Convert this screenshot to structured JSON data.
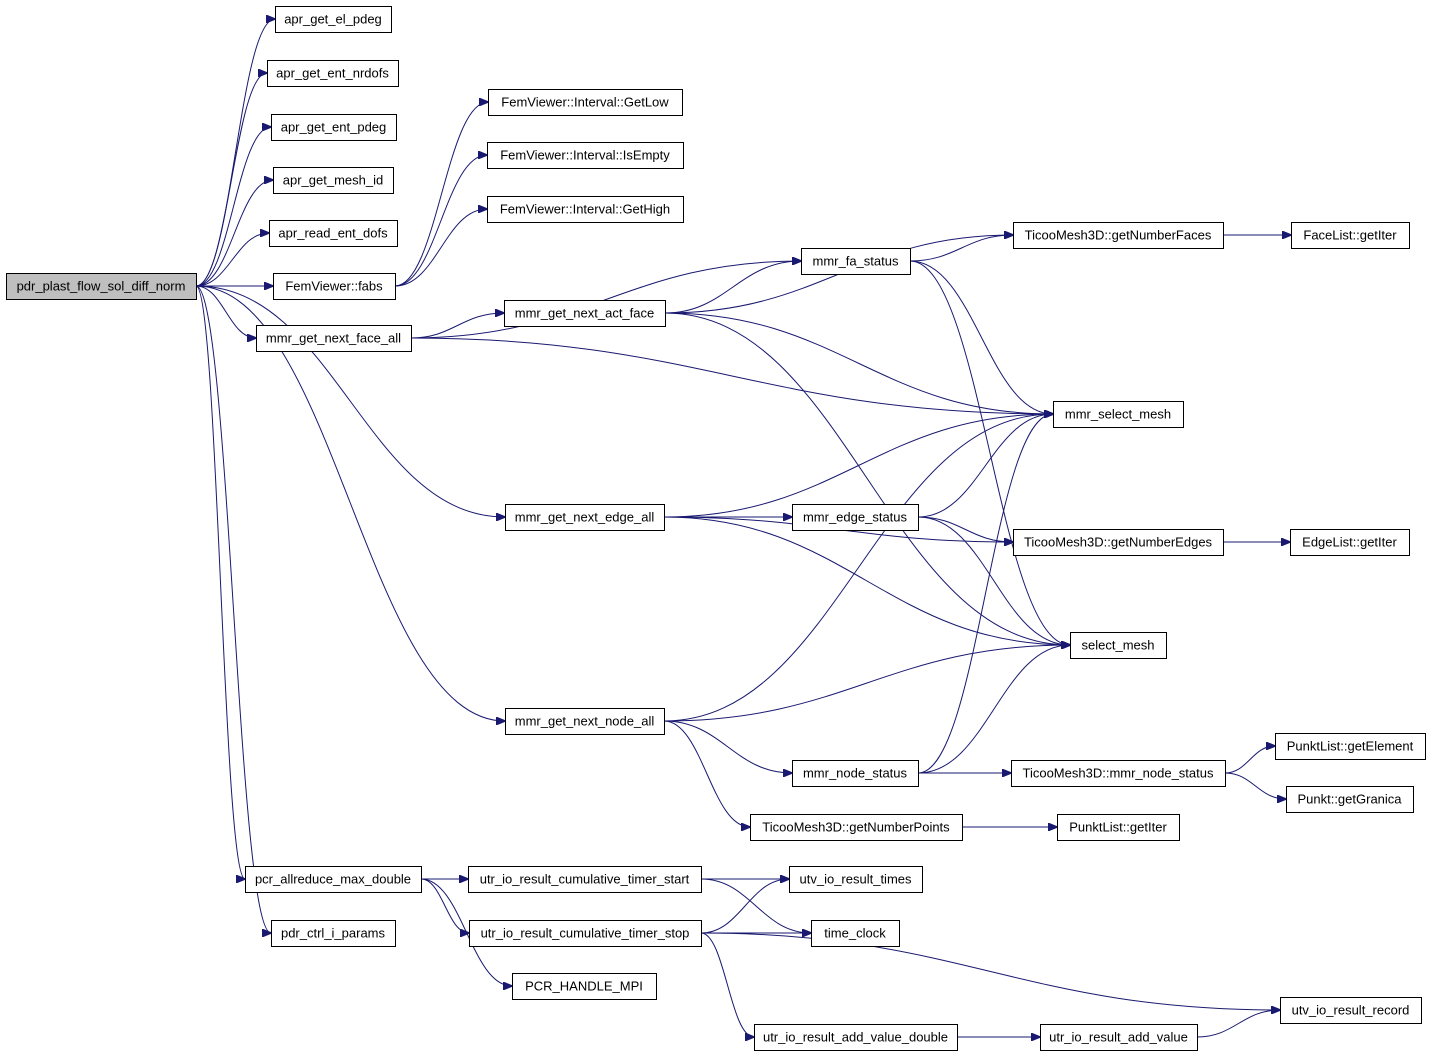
{
  "colors": {
    "edge": "#191970",
    "root_fill": "#bfbfbf",
    "node_fill": "#ffffff",
    "node_border": "#000000"
  },
  "nodes": {
    "root": "pdr_plast_flow_sol_diff_norm",
    "apr_get_el_pdeg": "apr_get_el_pdeg",
    "apr_get_ent_nrdofs": "apr_get_ent_nrdofs",
    "apr_get_ent_pdeg": "apr_get_ent_pdeg",
    "apr_get_mesh_id": "apr_get_mesh_id",
    "apr_read_ent_dofs": "apr_read_ent_dofs",
    "femviewer_fabs": "FemViewer::fabs",
    "femviewer_getlow": "FemViewer::Interval::GetLow",
    "femviewer_isempty": "FemViewer::Interval::IsEmpty",
    "femviewer_gethigh": "FemViewer::Interval::GetHigh",
    "mmr_get_next_face_all": "mmr_get_next_face_all",
    "mmr_get_next_act_face": "mmr_get_next_act_face",
    "mmr_fa_status": "mmr_fa_status",
    "ticoo_getnumberfaces": "TicooMesh3D::getNumberFaces",
    "facelist_getiter": "FaceList::getIter",
    "mmr_select_mesh": "mmr_select_mesh",
    "mmr_get_next_edge_all": "mmr_get_next_edge_all",
    "mmr_edge_status": "mmr_edge_status",
    "ticoo_getnumberedges": "TicooMesh3D::getNumberEdges",
    "edgelist_getiter": "EdgeList::getIter",
    "select_mesh": "select_mesh",
    "mmr_get_next_node_all": "mmr_get_next_node_all",
    "mmr_node_status": "mmr_node_status",
    "ticoo_mmr_node_status": "TicooMesh3D::mmr_node_status",
    "punktlist_getelement": "PunktList::getElement",
    "punkt_getgranica": "Punkt::getGranica",
    "ticoo_getnumberpoints": "TicooMesh3D::getNumberPoints",
    "punktlist_getiter": "PunktList::getIter",
    "pcr_allreduce_max_double": "pcr_allreduce_max_double",
    "utr_timer_start": "utr_io_result_cumulative_timer_start",
    "utv_io_result_times": "utv_io_result_times",
    "utr_timer_stop": "utr_io_result_cumulative_timer_stop",
    "time_clock": "time_clock",
    "pdr_ctrl_i_params": "pdr_ctrl_i_params",
    "pcr_handle_mpi": "PCR_HANDLE_MPI",
    "utv_io_result_record": "utv_io_result_record",
    "utr_add_value_double": "utr_io_result_add_value_double",
    "utr_add_value": "utr_io_result_add_value"
  },
  "edges": [
    [
      "root",
      "apr_get_el_pdeg"
    ],
    [
      "root",
      "apr_get_ent_nrdofs"
    ],
    [
      "root",
      "apr_get_ent_pdeg"
    ],
    [
      "root",
      "apr_get_mesh_id"
    ],
    [
      "root",
      "apr_read_ent_dofs"
    ],
    [
      "root",
      "femviewer_fabs"
    ],
    [
      "root",
      "mmr_get_next_face_all"
    ],
    [
      "root",
      "mmr_get_next_edge_all"
    ],
    [
      "root",
      "mmr_get_next_node_all"
    ],
    [
      "root",
      "pcr_allreduce_max_double"
    ],
    [
      "root",
      "pdr_ctrl_i_params"
    ],
    [
      "femviewer_fabs",
      "femviewer_getlow"
    ],
    [
      "femviewer_fabs",
      "femviewer_isempty"
    ],
    [
      "femviewer_fabs",
      "femviewer_gethigh"
    ],
    [
      "mmr_get_next_face_all",
      "mmr_get_next_act_face"
    ],
    [
      "mmr_get_next_face_all",
      "mmr_fa_status"
    ],
    [
      "mmr_get_next_face_all",
      "mmr_select_mesh"
    ],
    [
      "mmr_get_next_act_face",
      "mmr_fa_status"
    ],
    [
      "mmr_get_next_act_face",
      "ticoo_getnumberfaces"
    ],
    [
      "mmr_get_next_act_face",
      "mmr_select_mesh"
    ],
    [
      "mmr_get_next_act_face",
      "select_mesh"
    ],
    [
      "mmr_fa_status",
      "ticoo_getnumberfaces"
    ],
    [
      "mmr_fa_status",
      "mmr_select_mesh"
    ],
    [
      "mmr_fa_status",
      "select_mesh"
    ],
    [
      "ticoo_getnumberfaces",
      "facelist_getiter"
    ],
    [
      "mmr_get_next_edge_all",
      "mmr_edge_status"
    ],
    [
      "mmr_get_next_edge_all",
      "mmr_select_mesh"
    ],
    [
      "mmr_get_next_edge_all",
      "ticoo_getnumberedges"
    ],
    [
      "mmr_get_next_edge_all",
      "select_mesh"
    ],
    [
      "mmr_edge_status",
      "ticoo_getnumberedges"
    ],
    [
      "mmr_edge_status",
      "mmr_select_mesh"
    ],
    [
      "mmr_edge_status",
      "select_mesh"
    ],
    [
      "ticoo_getnumberedges",
      "edgelist_getiter"
    ],
    [
      "mmr_get_next_node_all",
      "mmr_select_mesh"
    ],
    [
      "mmr_get_next_node_all",
      "select_mesh"
    ],
    [
      "mmr_get_next_node_all",
      "mmr_node_status"
    ],
    [
      "mmr_get_next_node_all",
      "ticoo_getnumberpoints"
    ],
    [
      "mmr_node_status",
      "mmr_select_mesh"
    ],
    [
      "mmr_node_status",
      "select_mesh"
    ],
    [
      "mmr_node_status",
      "ticoo_mmr_node_status"
    ],
    [
      "ticoo_mmr_node_status",
      "punktlist_getelement"
    ],
    [
      "ticoo_mmr_node_status",
      "punkt_getgranica"
    ],
    [
      "ticoo_getnumberpoints",
      "punktlist_getiter"
    ],
    [
      "pcr_allreduce_max_double",
      "utr_timer_start"
    ],
    [
      "pcr_allreduce_max_double",
      "utr_timer_stop"
    ],
    [
      "pcr_allreduce_max_double",
      "pcr_handle_mpi"
    ],
    [
      "utr_timer_start",
      "utv_io_result_times"
    ],
    [
      "utr_timer_start",
      "time_clock"
    ],
    [
      "utr_timer_stop",
      "utv_io_result_times"
    ],
    [
      "utr_timer_stop",
      "time_clock"
    ],
    [
      "utr_timer_stop",
      "utv_io_result_record"
    ],
    [
      "utr_timer_stop",
      "utr_add_value_double"
    ],
    [
      "utr_add_value_double",
      "utr_add_value"
    ],
    [
      "utr_add_value",
      "utv_io_result_record"
    ]
  ]
}
